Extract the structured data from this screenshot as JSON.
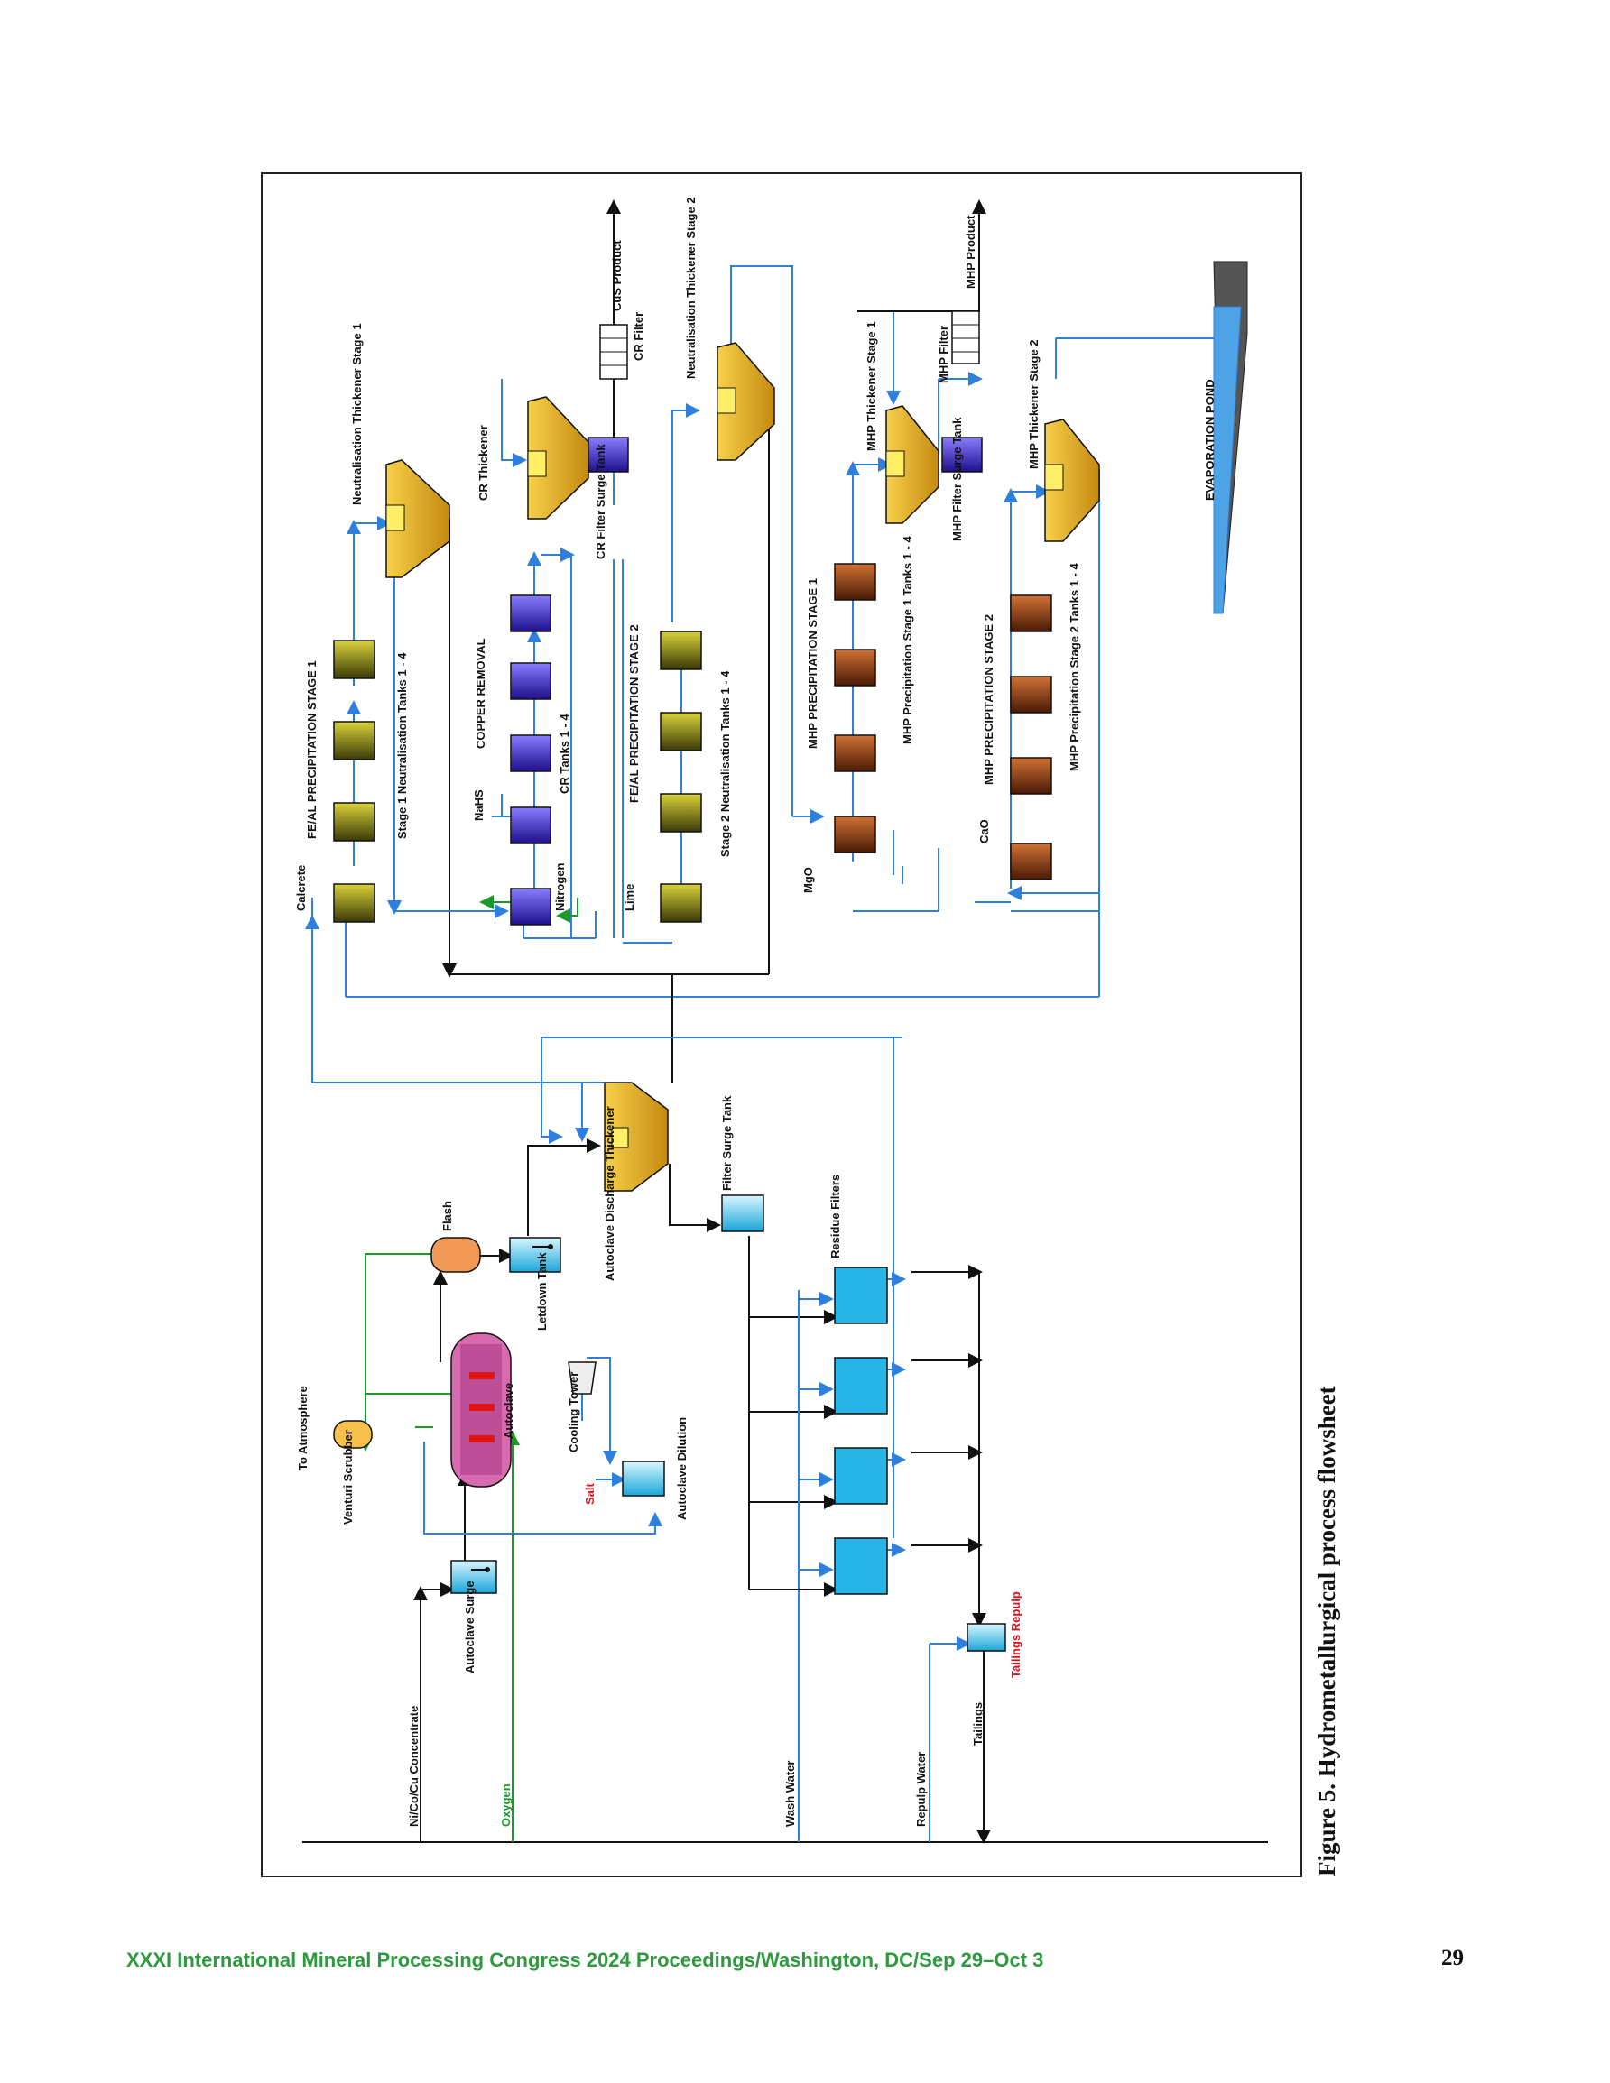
{
  "figure": {
    "caption": "Figure 5.  Hydrometallurgical process flowsheet"
  },
  "footer": {
    "conference": "XXXI International Mineral Processing Congress 2024 Proceedings/Washington, DC/Sep 29–Oct 3",
    "page_number": "29"
  },
  "colors": {
    "blue_flow": "#2f7fdc",
    "black_flow": "#111111",
    "green_flow": "#1a9a2a",
    "thickener": "#f0b020",
    "fe_al_tank": "#a9a51a",
    "copper_tank": "#5a3fd8",
    "mhp_tank": "#b3541a",
    "filter_tank": "#27b4e6",
    "autoclave": "#d84ca0",
    "pond_water": "#4ea2e6"
  },
  "labels": {
    "nicocu_concentrate": "Ni/Co/Cu Concentrate",
    "oxygen": "Oxygen",
    "wash_water": "Wash Water",
    "repulp_water": "Repulp Water",
    "tailings": "Tailings",
    "tailings_repulp": "Tailings Repulp",
    "autoclave_surge": "Autoclave Surge",
    "venturi_scrubber": "Venturi Scrubber",
    "to_atmosphere": "To Atmosphere",
    "autoclave": "Autoclave",
    "salt": "Salt",
    "autoclave_dilution": "Autoclave Dilution",
    "cooling_tower": "Cooling Tower",
    "flash": "Flash",
    "letdown_tank": "Letdown Tank",
    "autoclave_discharge_thickener": "Autoclave Discharge Thickener",
    "filter_surge_tank": "Filter Surge Tank",
    "residue_filters": "Residue Filters",
    "calcrete": "Calcrete",
    "fe_al_stage1": "FE/AL PRECIPITATION STAGE 1",
    "stage1_neut_tanks": "Stage 1 Neutralisation Tanks 1 - 4",
    "neut_thickener_stage1": "Neutralisation Thickener Stage 1",
    "nahs": "NaHS",
    "copper_removal": "COPPER REMOVAL",
    "nitrogen": "Nitrogen",
    "cr_tanks": "CR Tanks 1 - 4",
    "cr_thickener": "CR Thickener",
    "cr_filter_surge_tank": "CR Filter Surge Tank",
    "cr_filter": "CR Filter",
    "cus_product": "CuS Product",
    "lime": "Lime",
    "fe_al_stage2": "FE/AL PRECIPITATION STAGE 2",
    "stage2_neut_tanks": "Stage 2 Neutralisation Tanks 1 - 4",
    "neut_thickener_stage2": "Neutralisation Thickener Stage 2",
    "mgo": "MgO",
    "mhp_stage1": "MHP PRECIPITATION STAGE 1",
    "mhp_precip_stage1_tanks": "MHP Precipitation Stage 1 Tanks 1 - 4",
    "mhp_thickener_stage1": "MHP Thickener Stage 1",
    "mhp_filter_surge_tank": "MHP Filter Surge Tank",
    "mhp_filter": "MHP Filter",
    "mhp_product": "MHP Product",
    "cao": "CaO",
    "mhp_stage2": "MHP PRECIPITATION STAGE 2",
    "mhp_precip_stage2_tanks": "MHP Precipitation Stage 2 Tanks 1 - 4",
    "mhp_thickener_stage2": "MHP Thickener Stage 2",
    "evaporation_pond": "EVAPORATION POND"
  }
}
